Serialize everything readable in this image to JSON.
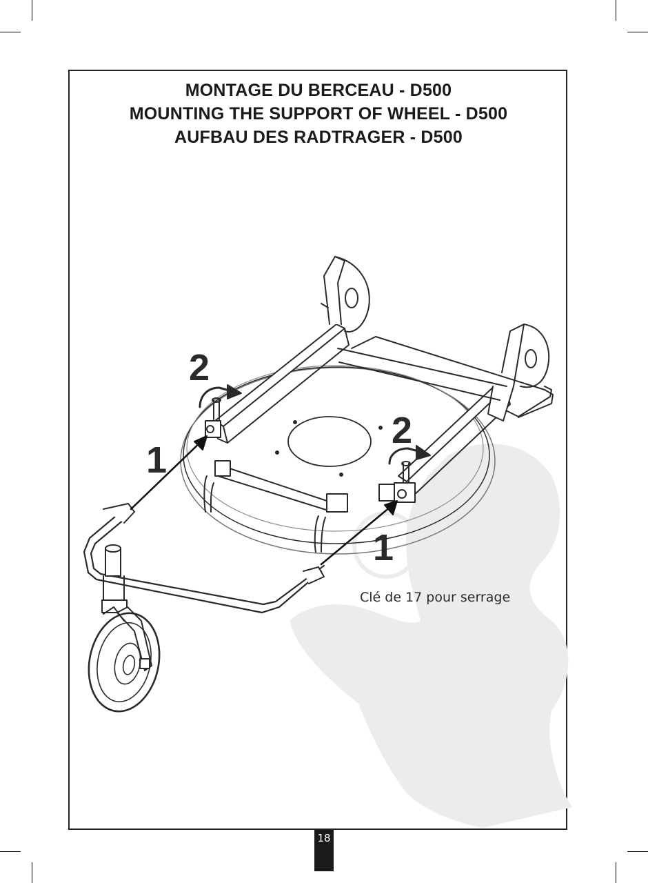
{
  "titles": {
    "line1": "MONTAGE DU BERCEAU - D500",
    "line2": "MOUNTING THE SUPPORT OF WHEEL - D500",
    "line3": "AUFBAU DES RADTRAGER - D500"
  },
  "steps": {
    "step2_left": "2",
    "step2_right": "2",
    "step1_left": "1",
    "step1_right": "1"
  },
  "caption": "Clé de 17 pour serrage",
  "page_number": "18",
  "colors": {
    "ink": "#2a2a2a",
    "watermark": "#ececec",
    "frame": "#222222"
  },
  "icons": {
    "watermark": "beaver-silhouette-icon",
    "arrows": "curved-arrow-icon"
  }
}
